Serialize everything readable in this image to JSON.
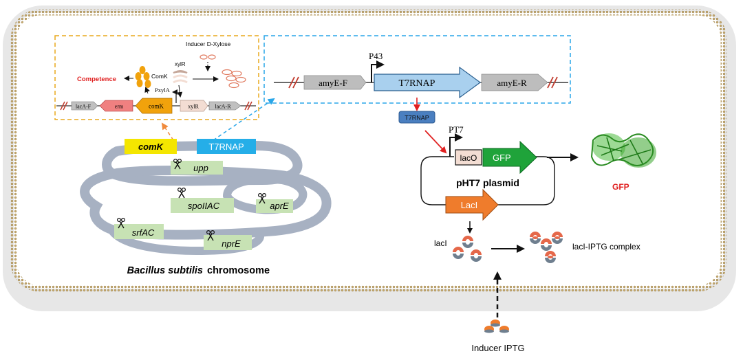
{
  "inset_left": {
    "inducer_label": "Inducer D-Xylose",
    "competence_label": "Competence",
    "comk_protein_label": "ComK",
    "xylr_protein_label": "xylR",
    "promoter_label": "PxylA",
    "genes": {
      "laca_f": "lacA-F",
      "erm": "erm",
      "comk": "comK",
      "xylr": "xylR",
      "laca_r": "lacA-R"
    }
  },
  "inset_right": {
    "promoter_label": "P43",
    "genes": {
      "amye_f": "amyE-F",
      "t7rnap": "T7RNAP",
      "amye_r": "amyE-R"
    }
  },
  "chromosome": {
    "comk_label": "comK",
    "t7rnap_label": "T7RNAP",
    "loci": [
      "upp",
      "spoIIAC",
      "aprE",
      "srfAC",
      "nprE"
    ],
    "caption_italic": "Bacillus subtilis",
    "caption_rest": "chromosome"
  },
  "plasmid": {
    "t7rnap_box": "T7RNAP",
    "promoter_label": "PT7",
    "laco_label": "lacO",
    "gfp_gene": "GFP",
    "laci_gene": "LacI",
    "name": "pHT7 plasmid"
  },
  "gfp_product_label": "GFP",
  "laci_label": "lacI",
  "complex_label": "lacI-IPTG complex",
  "inducer_iptg_label": "Inducer IPTG",
  "colors": {
    "cell_fill": "#e7e7e7",
    "membrane_dot": "#c8ab6f",
    "inset_left_border": "#e8a91c",
    "inset_right_border": "#29a6e8",
    "comk_yellow": "#f4e600",
    "t7_blue": "#25aee8",
    "locus_green": "#c7e2b4",
    "chromosome_gray": "#a7b1c2",
    "competence_red": "#e02020",
    "gfp_green": "#1fa33a",
    "laci_orange": "#ef7c2c"
  }
}
